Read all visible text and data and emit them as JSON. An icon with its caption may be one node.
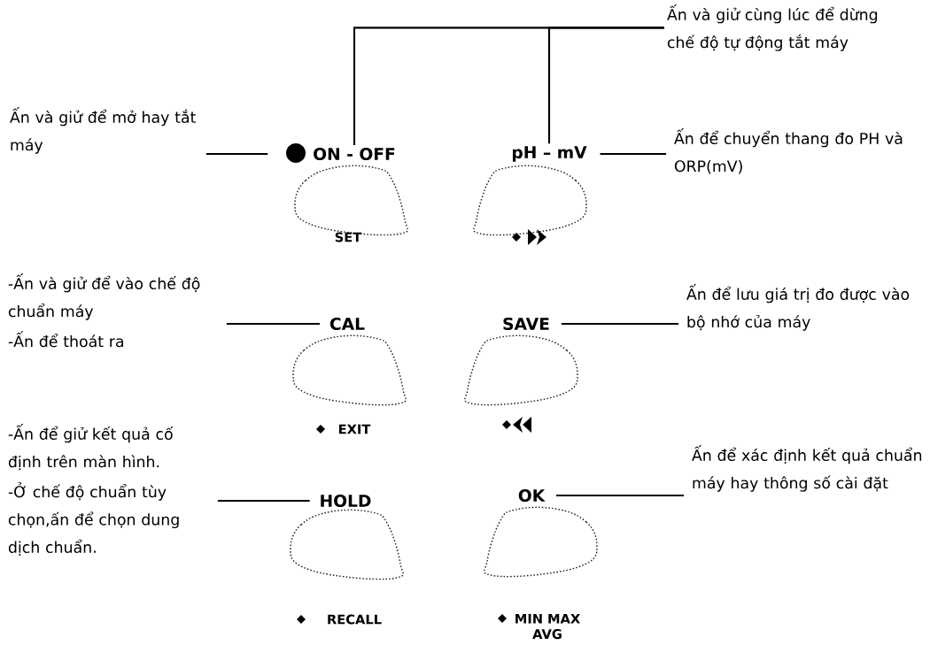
{
  "diagram": {
    "nodes": [
      {
        "text": [
          "ON - OFF",
          "SET"
        ]
      },
      {
        "text": [
          "pH – mV"
        ]
      },
      {
        "text": [
          "CAL",
          "EXIT"
        ]
      },
      {
        "text": [
          "SAVE"
        ]
      },
      {
        "text": [
          "HOLD",
          "RECALL"
        ]
      },
      {
        "text": [
          "OK",
          "MIN MAX AVG"
        ]
      },
      {
        "text": [
          "Ấn và giử cùng lúc để dừng chế độ tự động tắt máy"
        ]
      },
      {
        "text": [
          "Ấn và giử để mở hay tắt máy"
        ]
      },
      {
        "text": [
          "Ấn để chuyển thang đo PH và ORP(mV)"
        ]
      },
      {
        "text": [
          "-Ấn và giử để vào chế độ chuẩn máy",
          "-Ấn để thoát ra"
        ]
      },
      {
        "text": [
          "Ấn để lưu giá trị đo được vào bộ nhớ của máy"
        ]
      },
      {
        "text": [
          "-Ấn để giử kết quả cố định trên màn hình.",
          "-Ở chế độ chuẩn tùy chọn,ấn để chọn dung dịch chuẩn."
        ]
      },
      {
        "text": [
          "Ấn để xác định kết quả chuẩn máy hay thông số cài đặt"
        ]
      }
    ],
    "edges": [
      {
        "from": 6,
        "to": 0,
        "arrow": "none"
      },
      {
        "from": 6,
        "to": 1,
        "arrow": "none"
      },
      {
        "from": 7,
        "to": 0,
        "arrow": "none"
      },
      {
        "from": 8,
        "to": 1,
        "arrow": "none"
      },
      {
        "from": 9,
        "to": 2,
        "arrow": "none"
      },
      {
        "from": 10,
        "to": 3,
        "arrow": "none"
      },
      {
        "from": 11,
        "to": 4,
        "arrow": "none"
      },
      {
        "from": 12,
        "to": 5,
        "arrow": "none"
      }
    ]
  }
}
